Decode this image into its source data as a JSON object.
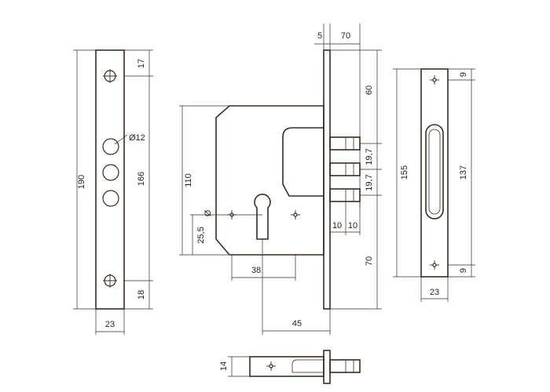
{
  "front_plate": {
    "height_total": "190",
    "hole_spacing": "166",
    "top_offset": "17",
    "bottom_offset": "18",
    "width": "23",
    "hole_diameter": "Ø12"
  },
  "lock_body": {
    "backset_height": "110",
    "cylinder_offset": "25,5",
    "diameter_mark": "Ø",
    "spacing_horizontal": "38",
    "backset": "45",
    "plate_thickness": "5",
    "body_depth": "70",
    "top_offset": "60",
    "bolt_pitch_1": "19,7",
    "bolt_pitch_2": "19,7",
    "bolt_width_1": "10",
    "bolt_width_2": "10",
    "bottom_offset": "70"
  },
  "strike_plate": {
    "height_total": "155",
    "slot_height": "137",
    "top_offset": "9",
    "bottom_offset": "9",
    "width": "23"
  },
  "top_view": {
    "thickness": "14"
  }
}
